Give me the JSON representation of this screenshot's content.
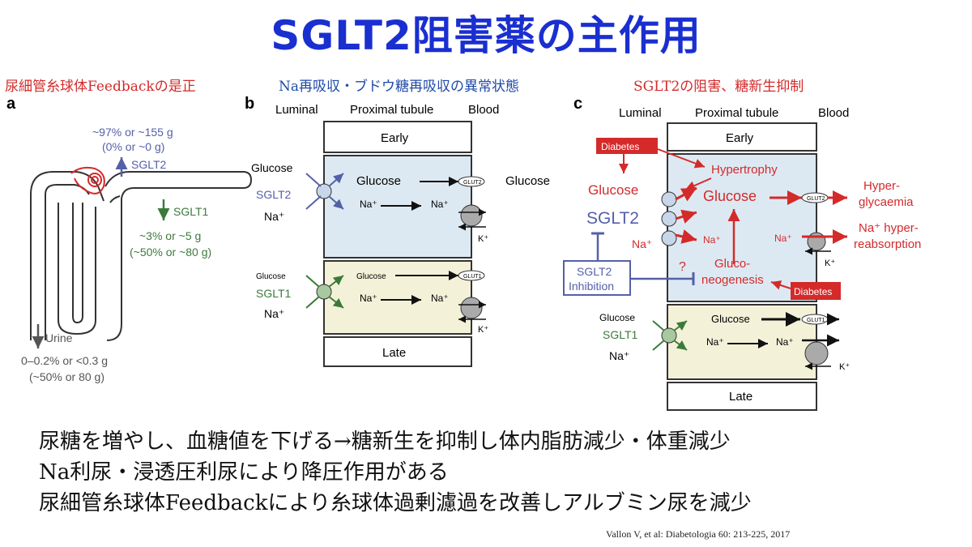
{
  "title": "SGLT2阻害薬の主作用",
  "subtitles": {
    "a": "尿細管糸球体Feedbackの是正",
    "b": "Na再吸収・ブドウ糖再吸収の異常状態",
    "c": "SGLT2の阻害、糖新生抑制"
  },
  "colors": {
    "title": "#1a2fd0",
    "red": "#d42a2a",
    "blue": "#1f4aa8",
    "green": "#3c7a3c",
    "sglt2": "#5560a8",
    "cell_blue": "#dde9f2",
    "cell_yellow": "#f4f1d9"
  },
  "panel_a": {
    "letter": "a",
    "sglt2_label": "SGLT2",
    "sglt2_value": "~97% or ~155 g",
    "sglt2_value2": "(0% or ~0 g)",
    "sglt1_label": "SGLT1",
    "sglt1_value": "~3% or ~5 g",
    "sglt1_value2": "(~50% or ~80 g)",
    "urine_label": "Urine",
    "urine_value": "0–0.2% or <0.3 g",
    "urine_value2": "(~50% or 80 g)"
  },
  "panel_b": {
    "letter": "b",
    "col_luminal": "Luminal",
    "col_proximal": "Proximal tubule",
    "col_blood": "Blood",
    "early": "Early",
    "late": "Late",
    "glucose": "Glucose",
    "sglt2": "SGLT2",
    "na": "Na⁺",
    "glut2": "GLUT2",
    "glut1": "GLUT1",
    "k": "K⁺",
    "sglt1": "SGLT1"
  },
  "panel_c": {
    "letter": "c",
    "col_luminal": "Luminal",
    "col_proximal": "Proximal tubule",
    "col_blood": "Blood",
    "early": "Early",
    "late": "Late",
    "diabetes": "Diabetes",
    "hypertrophy": "Hypertrophy",
    "glucose": "Glucose",
    "sglt2": "SGLT2",
    "na": "Na⁺",
    "hyper1": "Hyper-",
    "hyper2": "glycaemia",
    "nahyper1": "Na⁺ hyper-",
    "nahyper2": "reabsorption",
    "inhib1": "SGLT2",
    "inhib2": "Inhibition",
    "gluco1": "Gluco-",
    "gluco2": "neogenesis",
    "question": "?",
    "glut2": "GLUT2",
    "glut1": "GLUT1",
    "k": "K⁺",
    "sglt1": "SGLT1"
  },
  "bullets": [
    "尿糖を増やし、血糖値を下げる→糖新生を抑制し体内脂肪減少・体重減少",
    "Na利尿・浸透圧利尿により降圧作用がある",
    "尿細管糸球体Feedbackにより糸球体過剰濾過を改善しアルブミン尿を減少"
  ],
  "citation": "Vallon V, et al: Diabetologia 60: 213-225, 2017"
}
